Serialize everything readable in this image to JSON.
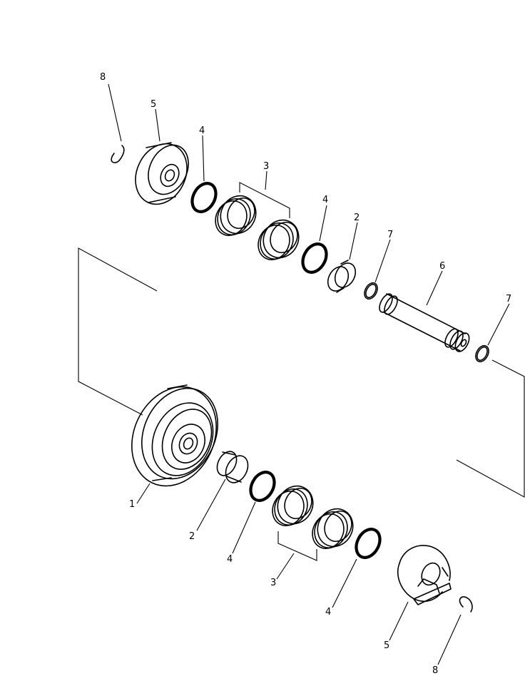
{
  "callouts": [
    {
      "id": "c1",
      "text": "1"
    },
    {
      "id": "c2a",
      "text": "2"
    },
    {
      "id": "c2b",
      "text": "2"
    },
    {
      "id": "c3a",
      "text": "3"
    },
    {
      "id": "c3b",
      "text": "3"
    },
    {
      "id": "c4a",
      "text": "4"
    },
    {
      "id": "c4b",
      "text": "4"
    },
    {
      "id": "c4c",
      "text": "4"
    },
    {
      "id": "c4d",
      "text": "4"
    },
    {
      "id": "c5a",
      "text": "5"
    },
    {
      "id": "c5b",
      "text": "5"
    },
    {
      "id": "c6",
      "text": "6"
    },
    {
      "id": "c7a",
      "text": "7"
    },
    {
      "id": "c7b",
      "text": "7"
    },
    {
      "id": "c8a",
      "text": "8"
    },
    {
      "id": "c8b",
      "text": "8"
    }
  ]
}
